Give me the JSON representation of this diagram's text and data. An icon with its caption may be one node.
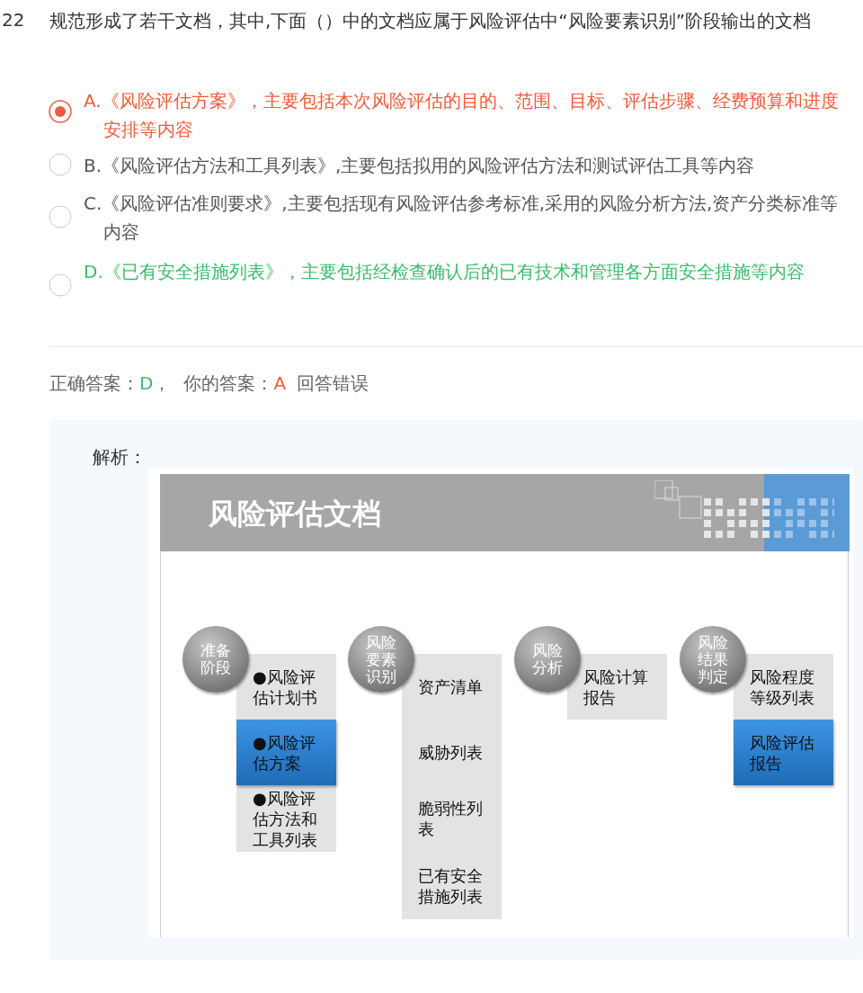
{
  "diagram": {
    "title": "风险评估文档",
    "nodes": [
      {
        "text": [
          "准备阶段"
        ]
      },
      {
        "text": [
          "●风险评估计划书"
        ]
      },
      {
        "text": [
          "●风险评估方案"
        ]
      },
      {
        "text": [
          "●风险评估方法和工具列表"
        ]
      },
      {
        "text": [
          "风险要素识别"
        ]
      },
      {
        "text": [
          "资产清单"
        ]
      },
      {
        "text": [
          "威胁列表"
        ]
      },
      {
        "text": [
          "脆弱性列表"
        ]
      },
      {
        "text": [
          "已有安全措施列表"
        ]
      },
      {
        "text": [
          "风险分析"
        ]
      },
      {
        "text": [
          "风险计算报告"
        ]
      },
      {
        "text": [
          "风险结果判定"
        ]
      },
      {
        "text": [
          "风险程度等级列表"
        ]
      },
      {
        "text": [
          "风险评估报告"
        ]
      }
    ],
    "edges": [],
    "labels": [
      "22",
      "规范形成了若干文档，其中,下面（）中的文档应属于风险评估中“风险要素识别”阶段输出的文档",
      "A.《风险评估方案》，主要包括本次风险评估的目的、范围、目标、评估步骤、经费预算和进度安排等内容",
      "B.《风险评估方法和工具列表》,主要包括拟用的风险评估方法和测试评估工具等内容",
      "C.《风险评估准则要求》,主要包括现有风险评估参考标准,采用的风险分析方法,资产分类标准等内容",
      "D.《已有安全措施列表》，主要包括经检查确认后的已有技术和管理各方面安全措施等内容",
      "正确答案：",
      "D",
      "，",
      "你的答案：",
      "A",
      "回答错误",
      "解析："
    ]
  }
}
